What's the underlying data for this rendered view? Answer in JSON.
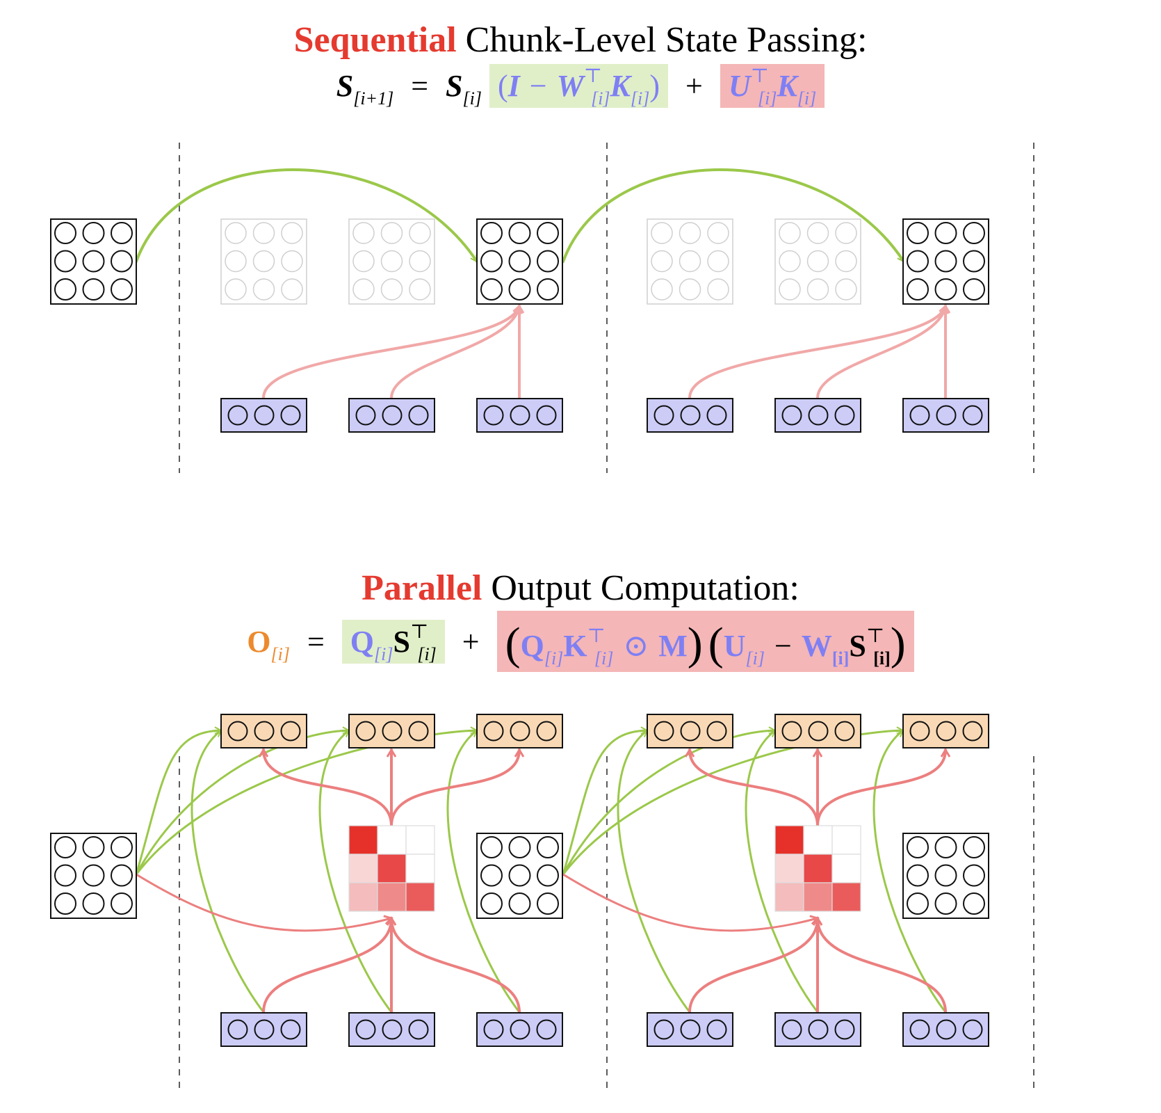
{
  "top": {
    "title_highlight": "Sequential",
    "title_rest": " Chunk-Level State Passing:",
    "eq": {
      "lhs_sym": "S",
      "lhs_sub": "[i+1]",
      "equals": "=",
      "s_sym": "S",
      "s_sub": "[i]",
      "g_open": "(",
      "g_i": "I",
      "g_minus": "−",
      "g_w": "W",
      "g_w_sup": "⊤",
      "g_w_sub": "[i]",
      "g_k": "K",
      "g_k_sub": "[i]",
      "g_close": ")",
      "plus": "+",
      "r_u": "U",
      "r_u_sup": "⊤",
      "r_u_sub": "[i]",
      "r_k": "K",
      "r_k_sub": "[i]"
    }
  },
  "bottom": {
    "title_highlight": "Parallel",
    "title_rest": " Output Computation:",
    "eq": {
      "lhs_sym": "O",
      "lhs_sub": "[i]",
      "equals": "=",
      "g_q": "Q",
      "g_q_sub": "[i]",
      "g_s": "S",
      "g_s_sup": "⊤",
      "g_s_sub": "[i]",
      "plus": "+",
      "p1_open": "(",
      "p1_q": "Q",
      "p1_q_sub": "[i]",
      "p1_k": "K",
      "p1_k_sup": "⊤",
      "p1_k_sub": "[i]",
      "p1_odot": "⊙",
      "p1_m": "M",
      "p1_close": ")",
      "p2_open": "(",
      "p2_u": "U",
      "p2_u_sub": "[i]",
      "p2_minus": "−",
      "p2_w": "W",
      "p2_w_sub": "[i]",
      "p2_s": "S",
      "p2_s_sup": "⊤",
      "p2_s_sub": "[i]",
      "p2_close": ")"
    }
  },
  "colors": {
    "red_title": "#e53a2f",
    "green_arrow": "#9bc84a",
    "pink_arrow": "#f1a8a8",
    "red_arrow": "#ec7f7f",
    "blue_box": "#ccccf7",
    "orange_box": "#f9d9b5",
    "eq_green_bg": "#e0efc8",
    "eq_red_bg": "#f4b6b6",
    "blue_text": "#7f7ff4",
    "orange_text": "#ec8a2e",
    "mask": [
      "#e5312a",
      "#ffffff",
      "#ffffff",
      "#f8d6d6",
      "#e84848",
      "#ffffff",
      "#f4bcbc",
      "#ef8a8a",
      "#ea5c5c"
    ]
  }
}
